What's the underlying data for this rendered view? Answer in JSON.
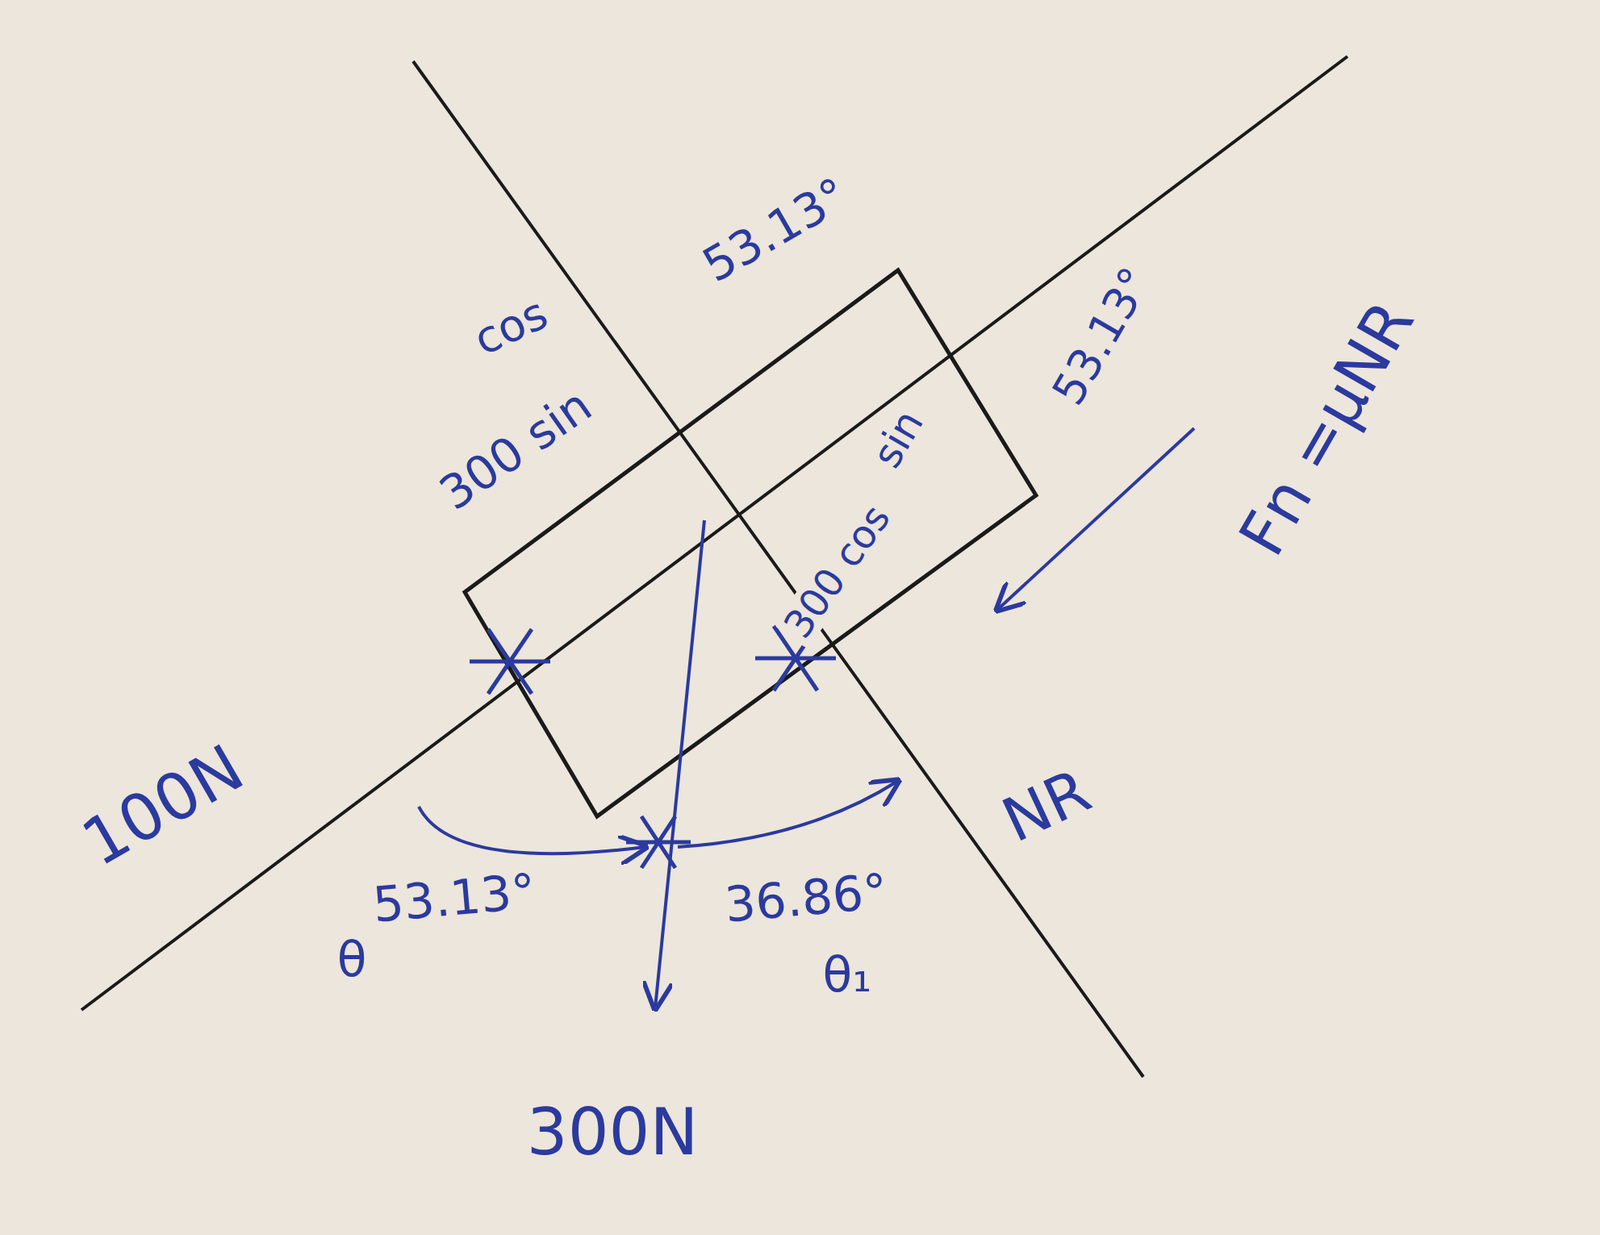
{
  "diagram": {
    "labels": [
      "cos",
      "300 sin",
      "53.13°",
      "sin",
      "300 cos",
      "53.13°",
      "Fn =μNR",
      "100N",
      "NR",
      "53.13°",
      "θ",
      "36.86°",
      "θ₁",
      "300N"
    ]
  }
}
